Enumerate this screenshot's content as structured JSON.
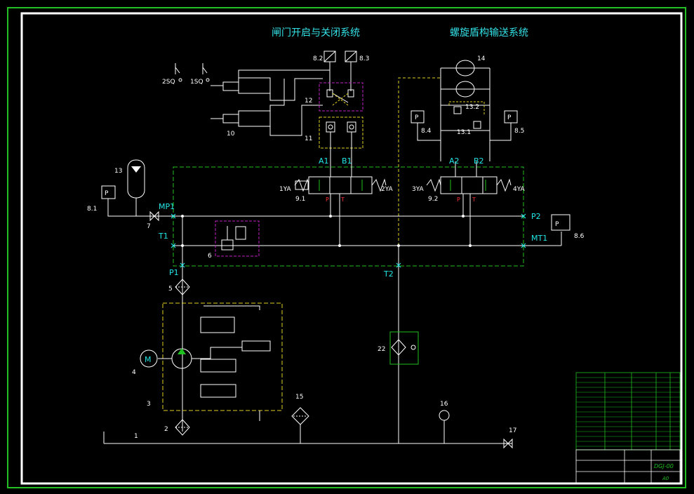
{
  "drawing": {
    "title_left": "闸门开启与关闭系统",
    "title_right": "螺旋盾构输送系统",
    "colors": {
      "frame": "#22c022",
      "border": "#ffffff",
      "lines": "#ffffff",
      "dashed_yellow": "#e0d020",
      "dashed_green": "#20c020",
      "magenta": "#c020c0",
      "cyan_text": "#22e6e6",
      "port_red": "#ff3030"
    },
    "ports": {
      "A1": "A1",
      "B1": "B1",
      "A2": "A2",
      "B2": "B2",
      "MP1": "MP1",
      "T1": "T1",
      "P1": "P1",
      "T2": "T2",
      "P2": "P2",
      "MT1": "MT1"
    },
    "valve_labels": {
      "ya1": "1YA",
      "ya2": "2YA",
      "ya3": "3YA",
      "ya4": "4YA",
      "p": "P",
      "t": "T"
    },
    "switches": {
      "sq2": "2SQ",
      "sq1": "1SQ"
    },
    "item_numbers": {
      "n8_2": "8.2",
      "n8_3": "8.3",
      "n12": "12",
      "n11": "11",
      "n10": "10",
      "n14": "14",
      "n13_2": "13.2",
      "n13_1": "13.1",
      "n8_4": "8.4",
      "n8_5": "8.5",
      "n13": "13",
      "n8_1": "8.1",
      "n7": "7",
      "n9_1": "9.1",
      "n9_2": "9.2",
      "n6": "6",
      "n8_6": "8.6",
      "n5": "5",
      "n4": "4",
      "n3": "3",
      "n2": "2",
      "n1": "1",
      "n15": "15",
      "n16": "16",
      "n17": "17",
      "n22": "22"
    },
    "gauge_symbol": "P",
    "motor_symbol": "M",
    "title_block": {
      "drawing_no": "DGJ-00",
      "scale_mark": "A0"
    }
  }
}
